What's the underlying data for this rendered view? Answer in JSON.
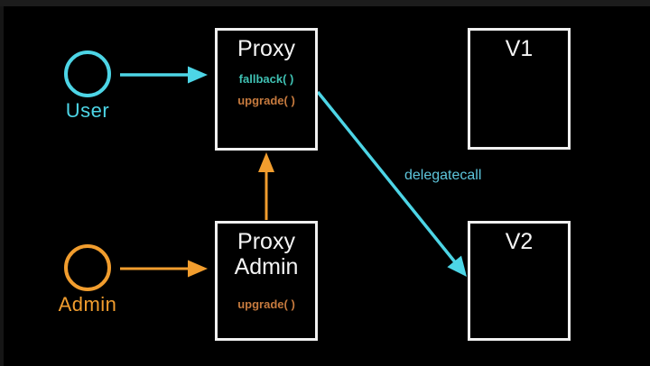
{
  "colors": {
    "background": "#000000",
    "frame": "#1c1c1c",
    "frame_left": "#161616",
    "cyan": "#4dd5e6",
    "teal_method": "#3fc0b2",
    "orange": "#f19d2e",
    "orange_method": "#c67a3e",
    "delegatecall_label_color": "#5ec6dc",
    "box_border": "#f0f0f0",
    "box_title": "#f5f5f5"
  },
  "diagram": {
    "actors": [
      {
        "id": "user",
        "label": "User"
      },
      {
        "id": "admin",
        "label": "Admin"
      }
    ],
    "nodes": {
      "proxy": {
        "title": "Proxy",
        "methods": [
          {
            "label": "fallback( )"
          },
          {
            "label": "upgrade( )"
          }
        ]
      },
      "proxy_admin": {
        "title": "Proxy Admin",
        "methods": [
          {
            "label": "upgrade( )"
          }
        ]
      },
      "v1": {
        "title": "V1"
      },
      "v2": {
        "title": "V2"
      }
    },
    "edges": {
      "user_to_proxy": {
        "from": "User",
        "to": "Proxy"
      },
      "admin_to_proxy_admin": {
        "from": "Admin",
        "to": "Proxy Admin"
      },
      "proxy_admin_to_proxy": {
        "from": "Proxy Admin",
        "to": "Proxy"
      },
      "proxy_to_v2": {
        "from": "Proxy",
        "to": "V2",
        "label": "delegatecall"
      }
    }
  }
}
